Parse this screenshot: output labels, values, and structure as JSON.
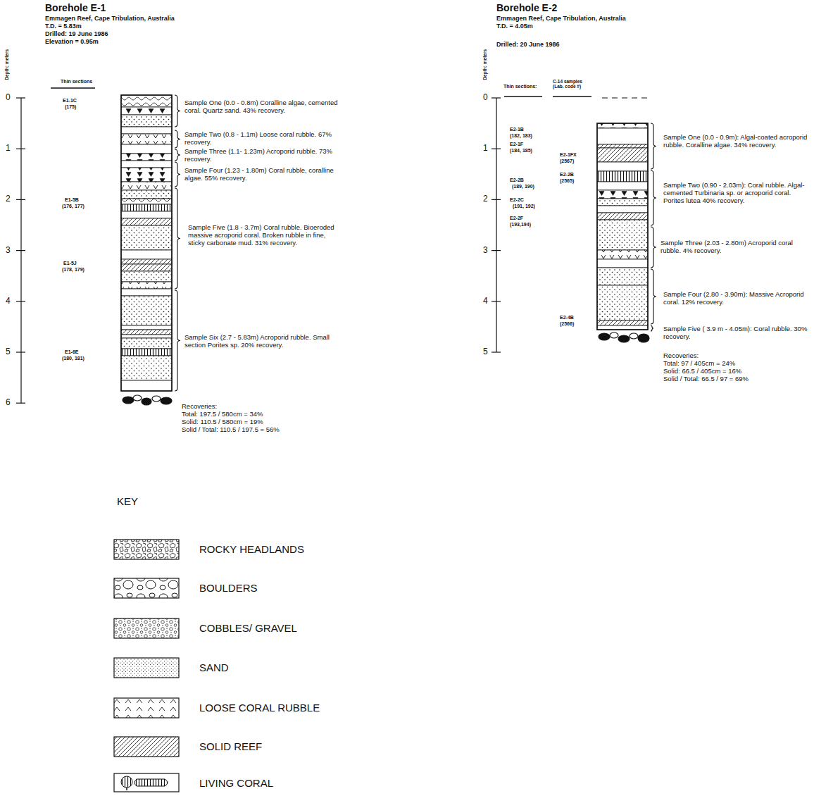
{
  "diagram": {
    "labels": [
      "Borehole E-1",
      "Emmagen Reef, Cape Tribulation, Australia",
      "T.D. = 5.83m",
      "Drilled: 19 June 1986",
      "Elevation = 0.95m",
      "Depth: meters",
      "Thin sections",
      "0",
      "1",
      "2",
      "3",
      "4",
      "5",
      "6",
      "E1-1C",
      "(175)",
      "E1-5B",
      "(176, 177)",
      "E1-5J",
      "(178, 179)",
      "E1-6E",
      "(180, 181)",
      "Sample One (0.0 - 0.8m) Coralline algae, cemented coral. Quartz sand. 43% recovery.",
      "Sample Two (0.8 - 1.1m) Loose coral rubble. 67% recovery.",
      "Sample Three (1.1- 1.23m) Acroporid rubble. 73% recovery.",
      "Sample Four (1.23 - 1.80m) Coral rubble, coralline algae. 55% recovery.",
      "Sample Five (1.8 - 3.7m) Coral rubble. Bioeroded massive acroporid coral. Broken rubble in fine, sticky carbonate mud. 31% recovery.",
      "Sample Six (2.7 - 5.83m) Acroporid rubble. Small section Porites sp. 20% recovery.",
      "Recoveries:",
      "Total: 197.5 / 580cm = 34%",
      "Solid: 110.5 / 580cm = 19%",
      "Solid / Total: 110.5 / 197.5 = 56%",
      "Borehole E-2",
      "Emmagen Reef, Cape Tribulation, Australia",
      "T.D. = 4.05m",
      "Drilled: 20 June 1986",
      "Depth: meters",
      "Thin sections:",
      "C-14 samples (Lab. code #)",
      "0",
      "1",
      "2",
      "3",
      "4",
      "5",
      "E2-1B",
      "(182, 183)",
      "E2-1F",
      "(184, 185)",
      "E2-2B",
      "(189, 190)",
      "E2-2C",
      "(191, 192)",
      "E2-2F",
      "(193,194)",
      "E2-1FX",
      "(2567)",
      "E2-2B",
      "(2565)",
      "E2-4B",
      "(2566)",
      "Sample One (0.0 - 0.9m): Algal-coated acroporid rubble. Coralline algae. 34% recovery.",
      "Sample Two (0.90 - 2.03m): Coral rubble. Algal-cemented Turbinaria sp. or acroporid coral. Porites lutea 40% recovery.",
      "Sample Three (2.03 - 2.80m) Acroporid coral rubble. 4% recovery.",
      "Sample Four (2.80 - 3.90m): Massive Acroporid coral. 12% recovery.",
      "Sample Five ( 3.9 m - 4.05m): Coral rubble. 30% recovery.",
      "Recoveries:",
      "Total: 97 / 405cm = 24%",
      "Solid: 66.5 / 405cm = 16%",
      "Solid / Total: 66.5 / 97 = 69%",
      "KEY"
    ],
    "legend": [
      {
        "text": "ROCKY HEADLANDS"
      },
      {
        "text": "BOULDERS"
      },
      {
        "text": "COBBLES/ GRAVEL"
      },
      {
        "text": "SAND"
      },
      {
        "text": "LOOSE CORAL RUBBLE"
      },
      {
        "text": "SOLID REEF"
      },
      {
        "text": "LIVING CORAL"
      }
    ]
  }
}
